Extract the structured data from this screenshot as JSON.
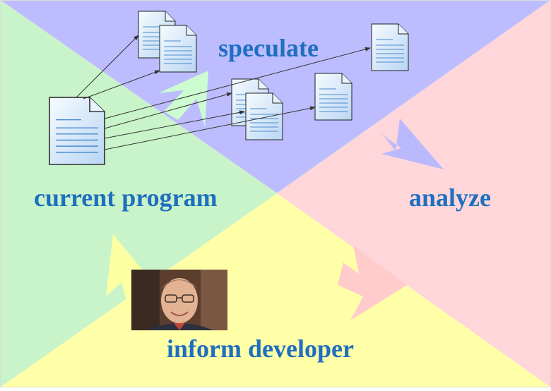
{
  "labels": {
    "speculate": "speculate",
    "current_program": "current program",
    "analyze": "analyze",
    "inform_developer": "inform developer"
  },
  "colors": {
    "quadrant_top": "#bcbcff",
    "quadrant_right": "#ffd6d9",
    "quadrant_bottom": "#ffffa8",
    "quadrant_left": "#c9f4c9",
    "label_text": "#1f6fc0",
    "document_fill": "#dbe9f8",
    "document_line": "#4c8bd0"
  },
  "icons": {
    "document": "document-icon",
    "photo": "developer-photo"
  }
}
